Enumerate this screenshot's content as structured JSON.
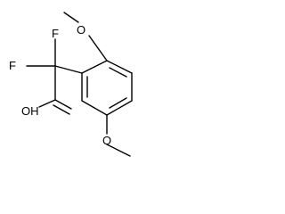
{
  "molecule": {
    "atoms": {
      "fluorine_top": "F",
      "fluorine_left": "F",
      "hydroxyl": "OH",
      "ether_oxygen_top": "O",
      "ether_oxygen_bottom": "O"
    },
    "colors": {
      "bond": "#000000",
      "label": "#000000",
      "background": "#ffffff"
    }
  }
}
